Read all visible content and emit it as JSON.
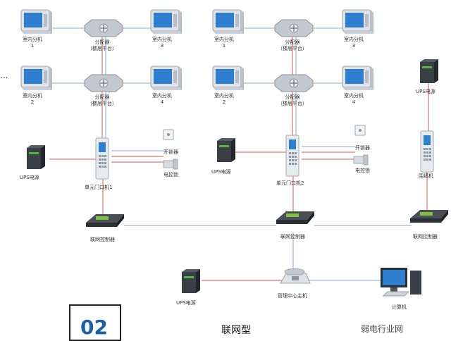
{
  "diagram": {
    "left_group": {
      "monitors": [
        "室内分机\n1",
        "室内分机\n3",
        "室内分机\n2",
        "室内分机\n4"
      ],
      "splitter_top": "分配器\n（楼层平台）",
      "splitter_bottom": "分配器\n（楼层平台）",
      "door_station": "单元门口机1",
      "lock_opener": "开锁器",
      "electric_lock": "电控锁",
      "ups": "UPS电源",
      "network_controller": "联网控制器"
    },
    "right_group": {
      "monitors": [
        "室内分机\n1",
        "室内分机\n3",
        "室内分机\n2",
        "室内分机\n4"
      ],
      "splitter_top": "分配器\n（楼层平台）",
      "splitter_bottom": "分配器\n（楼层平台）",
      "door_station": "单元门口机2",
      "lock_opener": "开锁器",
      "electric_lock": "电控锁",
      "ups": "UPS电源",
      "network_controller": "联网控制器"
    },
    "fence_group": {
      "ups": "UPS电源",
      "fence_station": "围墙机",
      "network_controller": "联网控制器"
    },
    "center": {
      "ups": "UPS电源",
      "management_host": "管理中心主机",
      "computer": "计算机"
    },
    "ellipsis": "...",
    "section_number": "02",
    "section_title": "联网型",
    "watermark": "弱电行业网",
    "colors": {
      "red_line": "#d9534f",
      "blue_line": "#8aa9d6",
      "accent": "#1a5fa8"
    }
  }
}
